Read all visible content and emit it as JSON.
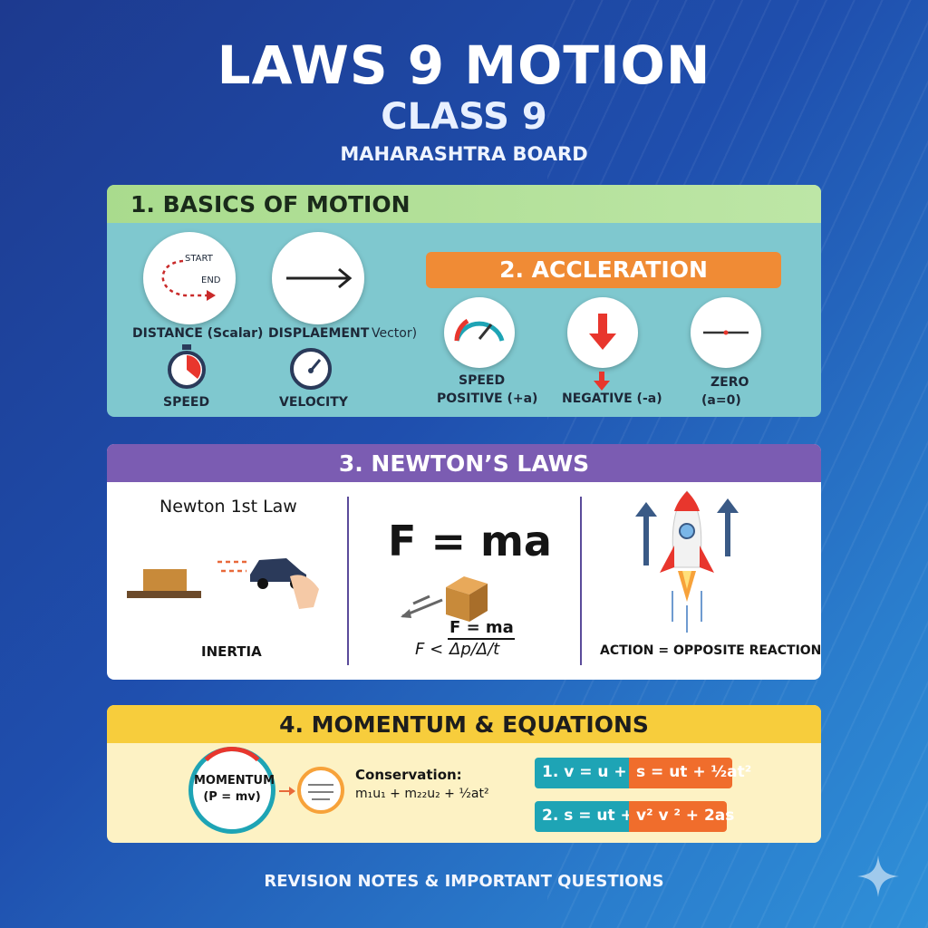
{
  "header": {
    "title": "LAWS 9 MOTION",
    "class": "CLASS 9",
    "board": "MAHARASHTRA BOARD"
  },
  "basics": {
    "heading": "1. BASICS OF MOTION",
    "start": "START",
    "end": "END",
    "distance": "DISTANCE (Scalar)",
    "displacement": "DISPLAEMENT",
    "vector": "Vector)",
    "speed": "SPEED",
    "velocity": "VELOCITY"
  },
  "acceleration": {
    "heading": "2. ACCLERATION",
    "speed": "SPEED",
    "positive": "POSITIVE (+a)",
    "negative": "NEGATIVE (-a)",
    "zero": "ZERO",
    "zero_eq": "(a=0)"
  },
  "newton": {
    "heading": "3. NEWTON’S LAWS",
    "first_law": "Newton 1st Law",
    "inertia": "INERTIA",
    "formula": "F = ma",
    "formula_small": "F = ma",
    "f_lt": "F <",
    "dp_dt": "Δp/Δ/t",
    "action": "ACTION = OPPOSITE REACTION"
  },
  "momentum": {
    "heading": "4. MOMENTUM & EQUATIONS",
    "momentum": "MOMENTUM",
    "p_mv": "(P = mv)",
    "conservation": "Conservation:",
    "conservation_eq": "m₁u₁ + m₂₂u₂ + ½at²",
    "eq1_a": "1. v = u + at",
    "eq1_b": "s = ut + ½at²",
    "eq2_a": "2. s = ut + at",
    "eq2_b": "v²  v ² + 2as"
  },
  "footer": "REVISION NOTES & IMPORTANT QUESTIONS",
  "colors": {
    "green": "#a9db8d",
    "teal": "#7fc8cf",
    "orange": "#f08b35",
    "purple": "#7b5cb2",
    "yellow": "#f7cd3c",
    "red": "#e8362d"
  }
}
